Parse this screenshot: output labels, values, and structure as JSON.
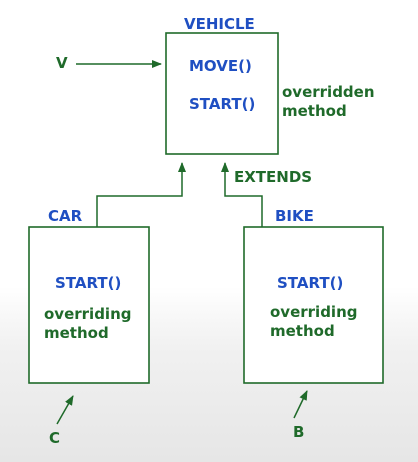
{
  "diagram": {
    "vehicle": {
      "title": "VEHICLE",
      "method1": "MOVE()",
      "method2": "START()",
      "note_line1": "overridden",
      "note_line2": "method"
    },
    "car": {
      "title": "CAR",
      "method": "START()",
      "note_line1": "overriding",
      "note_line2": "method",
      "reference": "C"
    },
    "bike": {
      "title": "BIKE",
      "method": "START()",
      "note_line1": "overriding",
      "note_line2": "method",
      "reference": "B"
    },
    "vehicle_reference": "V",
    "relation_label": "EXTENDS",
    "colors": {
      "stroke": "#1f6a2a",
      "blue_text": "#1f4fc2",
      "green_text": "#1f6a2a"
    }
  }
}
